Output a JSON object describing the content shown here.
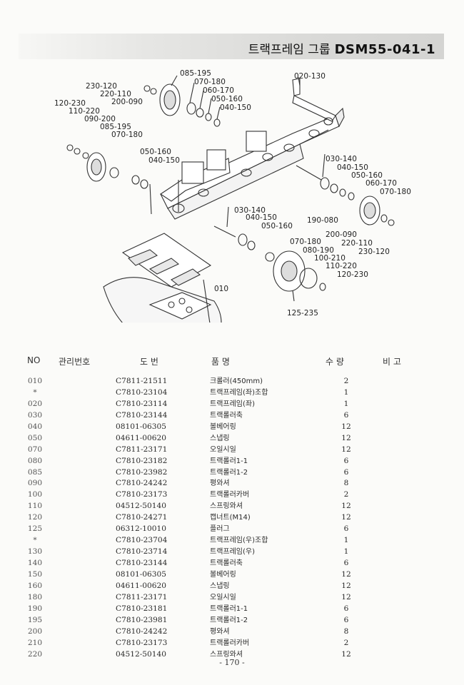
{
  "header": {
    "title_ko": "트랙프레임 그룹",
    "title_code": "DSM55-041-1"
  },
  "diagram": {
    "callouts": [
      "085-195",
      "070-180",
      "060-170",
      "050-160",
      "040-150",
      "230-120",
      "220-110",
      "200-090",
      "120-230",
      "110-220",
      "090-200",
      "085-195",
      "070-180",
      "020-130",
      "050-160",
      "040-150",
      "030-140",
      "040-150",
      "050-160",
      "060-170",
      "070-180",
      "190-080",
      "200-090",
      "220-110",
      "230-120",
      "030-140",
      "040-150",
      "050-160",
      "070-180",
      "080-190",
      "100-210",
      "110-220",
      "120-230",
      "010",
      "125-235"
    ]
  },
  "table": {
    "headers": {
      "no": "NO",
      "mgmt": "관리번호",
      "drawing": "도     번",
      "name": "품          명",
      "qty": "수  량",
      "remark": "비    고"
    },
    "rows": [
      {
        "no": "010",
        "drawing": "C7811-21511",
        "name": "크롤러(450mm)",
        "qty": "2"
      },
      {
        "no": "*",
        "drawing": "C7810-23104",
        "name": "트랙프레임(좌)조합",
        "qty": "1"
      },
      {
        "no": "020",
        "drawing": "C7810-23114",
        "name": "트랙프레임(좌)",
        "qty": "1"
      },
      {
        "no": "030",
        "drawing": "C7810-23144",
        "name": "트랙롤러축",
        "qty": "6"
      },
      {
        "no": "040",
        "drawing": "08101-06305",
        "name": "볼베어링",
        "qty": "12"
      },
      {
        "no": "050",
        "drawing": "04611-00620",
        "name": "스냅링",
        "qty": "12"
      },
      {
        "no": "070",
        "drawing": "C7811-23171",
        "name": "오일시일",
        "qty": "12"
      },
      {
        "no": "080",
        "drawing": "C7810-23182",
        "name": "트랙롤러1-1",
        "qty": "6"
      },
      {
        "no": "085",
        "drawing": "C7810-23982",
        "name": "트랙롤러1-2",
        "qty": "6"
      },
      {
        "no": "090",
        "drawing": "C7810-24242",
        "name": "평와셔",
        "qty": "8"
      },
      {
        "no": "100",
        "drawing": "C7810-23173",
        "name": "트랙롤러카버",
        "qty": "2"
      },
      {
        "no": "110",
        "drawing": "04512-50140",
        "name": "스프링와셔",
        "qty": "12"
      },
      {
        "no": "120",
        "drawing": "C7810-24271",
        "name": "캡너트(M14)",
        "qty": "12"
      },
      {
        "no": "125",
        "drawing": "06312-10010",
        "name": "플러그",
        "qty": "6"
      },
      {
        "no": "*",
        "drawing": "C7810-23704",
        "name": "트랙프레임(우)조합",
        "qty": "1"
      },
      {
        "no": "130",
        "drawing": "C7810-23714",
        "name": "트랙프레임(우)",
        "qty": "1"
      },
      {
        "no": "140",
        "drawing": "C7810-23144",
        "name": "트랙롤러축",
        "qty": "6"
      },
      {
        "no": "150",
        "drawing": "08101-06305",
        "name": "볼베어링",
        "qty": "12"
      },
      {
        "no": "160",
        "drawing": "04611-00620",
        "name": "스냅링",
        "qty": "12"
      },
      {
        "no": "180",
        "drawing": "C7811-23171",
        "name": "오일시일",
        "qty": "12"
      },
      {
        "no": "190",
        "drawing": "C7810-23181",
        "name": "트랙롤러1-1",
        "qty": "6"
      },
      {
        "no": "195",
        "drawing": "C7810-23981",
        "name": "트랙롤러1-2",
        "qty": "6"
      },
      {
        "no": "200",
        "drawing": "C7810-24242",
        "name": "평와셔",
        "qty": "8"
      },
      {
        "no": "210",
        "drawing": "C7810-23173",
        "name": "트랙롤러카버",
        "qty": "2"
      },
      {
        "no": "220",
        "drawing": "04512-50140",
        "name": "스프링와셔",
        "qty": "12"
      }
    ]
  },
  "footer": {
    "page": "- 170 -"
  }
}
